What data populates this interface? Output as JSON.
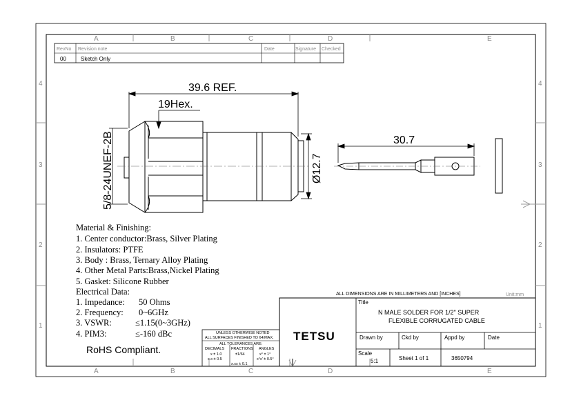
{
  "frame": {
    "zones_top": [
      "A",
      "B",
      "C",
      "D",
      "E"
    ],
    "zones_bottom": [
      "A",
      "B",
      "C",
      "D",
      "E"
    ],
    "zones_left": [
      "4",
      "3",
      "2",
      "1"
    ],
    "zones_right": [
      "4",
      "3",
      "2",
      "1"
    ]
  },
  "revision_table": {
    "headers": [
      "RevNo",
      "Revision note",
      "Date",
      "Signature",
      "Checked"
    ],
    "rows": [
      [
        "00",
        "Sketch Only",
        "",
        "",
        ""
      ]
    ]
  },
  "dimensions": {
    "overall_length": "39.6 REF.",
    "hex": "19Hex.",
    "thread": "5/8-24UNEF-2B",
    "diameter": "Ø12.7",
    "pin_length": "30.7"
  },
  "notes": {
    "material_title": "Material & Finishing:",
    "materials": [
      "1. Center conductor:Brass, Silver Plating",
      "2. Insulators: PTFE",
      "3. Body : Brass, Ternary Alloy Plating",
      "4. Other Metal Parts:Brass,Nickel Plating",
      "5. Gasket: Silicone Rubber"
    ],
    "electrical_title": "Electrical Data:",
    "electrical": [
      {
        "label": "1. Impedance:",
        "value": "50 Ohms"
      },
      {
        "label": "2. Frequency:",
        "value": "0~6GHz"
      },
      {
        "label": "3. VSWR:",
        "value": "≤1.15(0~3GHz)"
      },
      {
        "label": "4. PIM3:",
        "value": "≤-160 dBc"
      }
    ],
    "rohs": "RoHS Compliant."
  },
  "title_block": {
    "units_note": "ALL DIMENSIONS ARE IN MILLIMETERS AND [INCHES]",
    "unit": "Unit:mm",
    "title_label": "Title",
    "title_line1": "N MALE SOLDER FOR 1/2\" SUPER",
    "title_line2": "FLEXIBLE CORRUGATED CABLE",
    "company": "TETSU",
    "drawn_by": "Drawn by",
    "ckd_by": "Ckd by",
    "appd_by": "Appd by",
    "date": "Date",
    "scale_label": "Scale",
    "scale_value": "5:1",
    "sheet": "Sheet 1 of 1",
    "drawing_no": "3650794",
    "tol_line1": "UNLESS OTHERWISE NOTED",
    "tol_line2": "ALL SURFACES FINISHED TO 64/MAX.",
    "tol_line3": "ALL TOLERANCES ARE:",
    "tol_head_decimals": "DECIMALS",
    "tol_head_fractions": "FRACTIONS",
    "tol_head_angles": "ANGLES",
    "tol_dec1": "x ± 1.0",
    "tol_dec2": "x.x ± 0.5",
    "tol_dec3": "x.xx ± 0.1",
    "tol_frac": "±1/64",
    "tol_ang1": "x° ± 1°",
    "tol_ang2": "x°x' ± 0.5°"
  }
}
